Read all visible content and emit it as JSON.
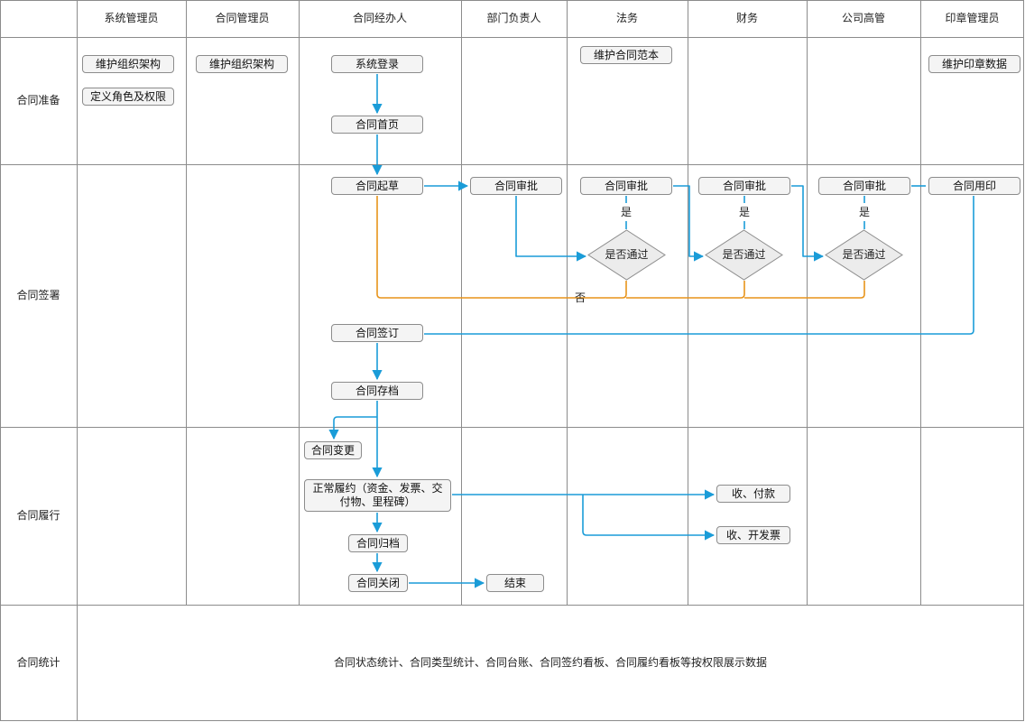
{
  "columns": [
    "系统管理员",
    "合同管理员",
    "合同经办人",
    "部门负责人",
    "法务",
    "财务",
    "公司高管",
    "印章管理员"
  ],
  "rows": [
    "合同准备",
    "合同签署",
    "合同履行",
    "合同统计"
  ],
  "nodes": {
    "sys_maintain_org": "维护组织架构",
    "sys_define_roles": "定义角色及权限",
    "cm_maintain_org": "维护组织架构",
    "login": "系统登录",
    "home": "合同首页",
    "legal_template": "维护合同范本",
    "seal_data": "维护印章数据",
    "draft": "合同起草",
    "dept_approve": "合同审批",
    "legal_approve": "合同审批",
    "fin_approve": "合同审批",
    "exec_approve": "合同审批",
    "seal_use": "合同用印",
    "sign": "合同签订",
    "archive_store": "合同存档",
    "change": "合同变更",
    "perform": "正常履约（资金、发票、交付物、里程碑）",
    "final_archive": "合同归档",
    "close": "合同关闭",
    "end": "结束",
    "payment": "收、付款",
    "invoice": "收、开发票"
  },
  "decisions": {
    "legal": "是否通过",
    "finance": "是否通过",
    "exec": "是否通过"
  },
  "edge_labels": {
    "yes_legal": "是",
    "yes_finance": "是",
    "yes_exec": "是",
    "no": "否"
  },
  "statistics_text": "合同状态统计、合同类型统计、合同台账、合同签约看板、合同履约看板等按权限展示数据",
  "colors": {
    "grid": "#8c8c8c",
    "flow": "#1a9cd8",
    "reject": "#e8941a",
    "node_fill": "#f4f4f4",
    "diamond_fill": "#ececec"
  }
}
